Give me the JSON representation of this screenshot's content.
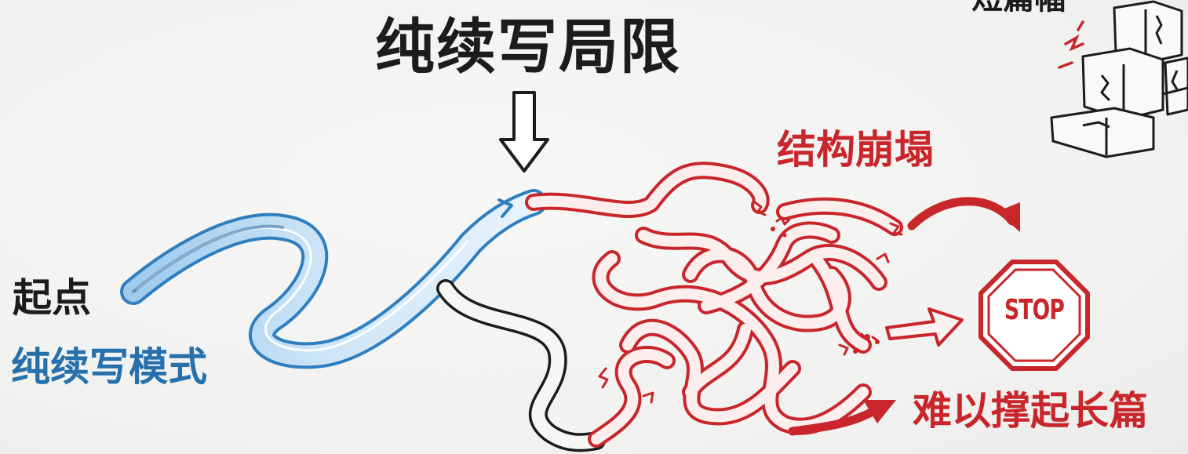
{
  "title": "纯续写局限",
  "corner_label": "短篇幅",
  "collapse_label": "结构崩塌",
  "start_label": "起点",
  "mode_label": "纯续写模式",
  "long_label": "难以撑起长篇",
  "stop_sign_text": "STOP",
  "colors": {
    "blue_path": "#2f7fc0",
    "red_path": "#c8262a",
    "ink": "#1c1c1c",
    "background": "#f3f3f2"
  },
  "icons": {
    "down_arrow": "down-arrow-icon",
    "stop_sign": "stop-sign-icon",
    "blocks": "cracked-blocks-icon",
    "arrow": "red-arrow-icon"
  }
}
